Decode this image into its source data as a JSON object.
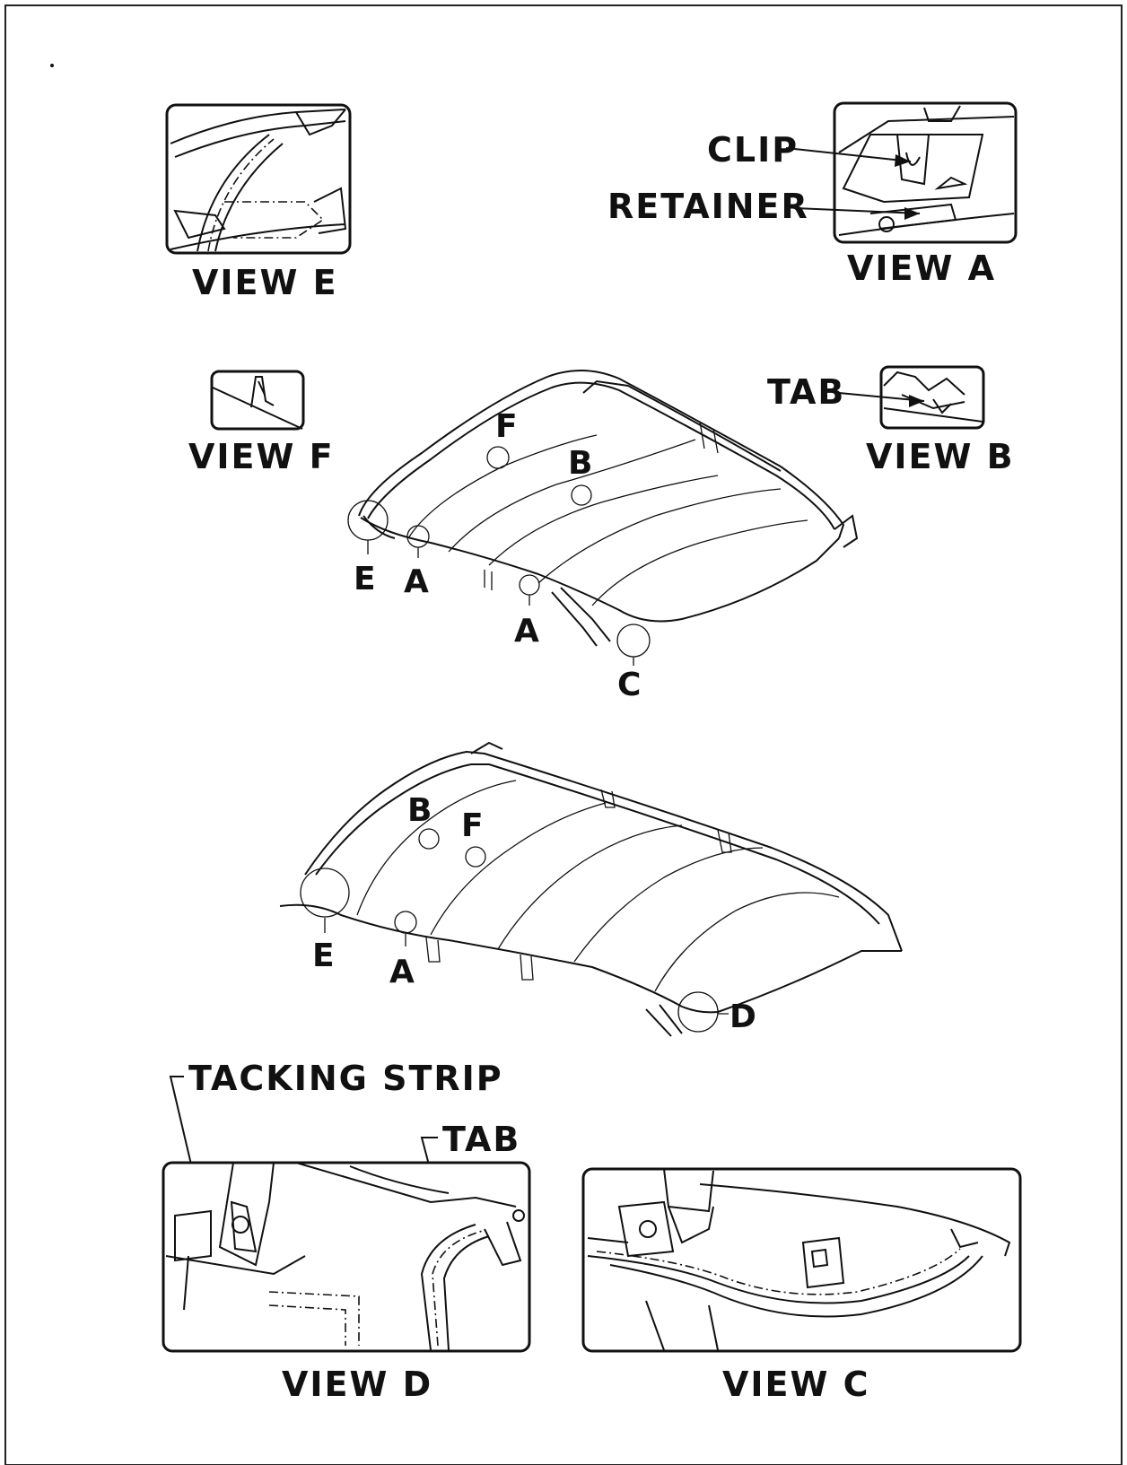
{
  "views": {
    "view_e": "VIEW  E",
    "view_a": "VIEW  A",
    "view_f": "VIEW  F",
    "view_b": "VIEW  B",
    "view_d": "VIEW  D",
    "view_c": "VIEW  C"
  },
  "labels": {
    "clip": "CLIP",
    "retainer": "RETAINER",
    "tab_b": "TAB",
    "tacking_strip": "TACKING STRIP",
    "tab_d": "TAB"
  },
  "callouts_upper": {
    "f": "F",
    "b": "B",
    "e": "E",
    "a1": "A",
    "a2": "A",
    "c": "C"
  },
  "callouts_lower": {
    "b": "B",
    "f": "F",
    "e": "E",
    "a": "A",
    "d": "D"
  }
}
